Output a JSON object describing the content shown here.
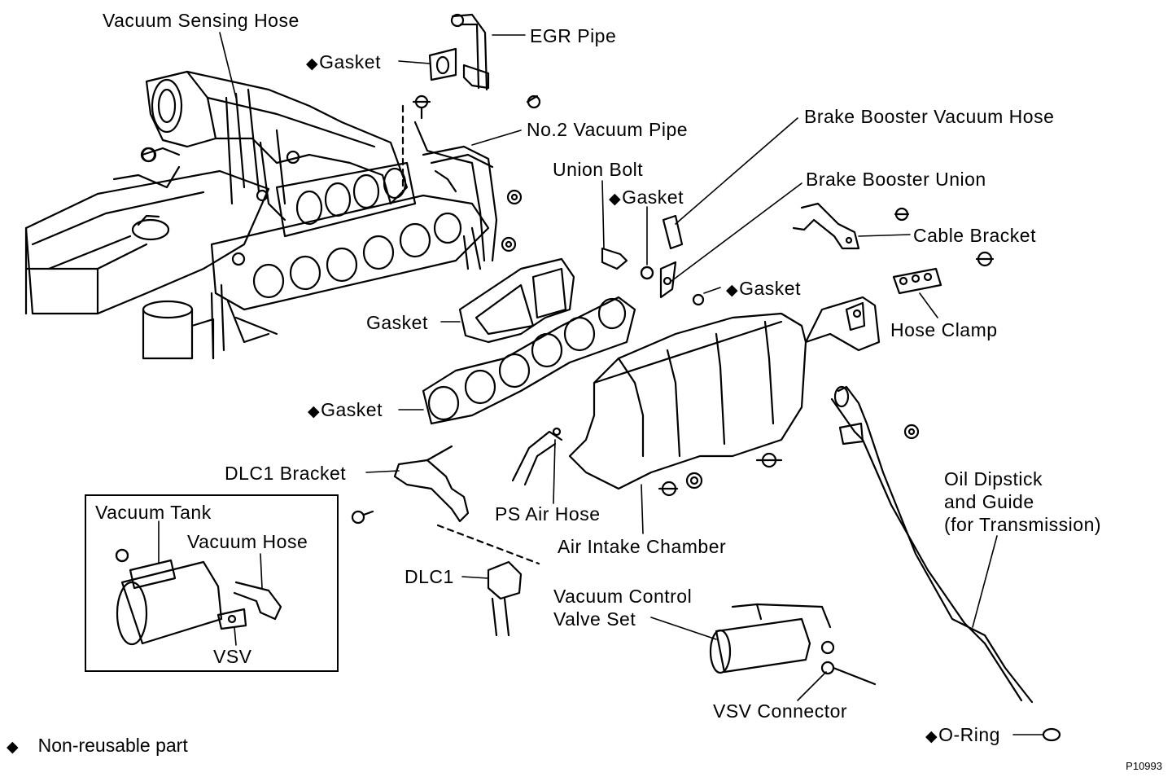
{
  "figure_id": "P10993",
  "legend": {
    "symbol": "◆",
    "text": "Non-reusable part"
  },
  "labels": {
    "vacuum_sensing_hose": "Vacuum Sensing Hose",
    "egr_pipe": "EGR Pipe",
    "gasket_egr": "Gasket",
    "no2_vacuum_pipe": "No.2 Vacuum Pipe",
    "brake_booster_vacuum_hose": "Brake Booster Vacuum Hose",
    "union_bolt": "Union Bolt",
    "gasket_union": "Gasket",
    "brake_booster_union": "Brake Booster Union",
    "cable_bracket": "Cable Bracket",
    "gasket_chamber": "Gasket",
    "hose_clamp": "Hose Clamp",
    "gasket_plain": "Gasket",
    "gasket_manifold": "Gasket",
    "dlc1_bracket": "DLC1 Bracket",
    "vacuum_tank": "Vacuum Tank",
    "vacuum_hose": "Vacuum Hose",
    "vsv": "VSV",
    "ps_air_hose": "PS Air Hose",
    "air_intake_chamber": "Air Intake Chamber",
    "oil_dipstick_line1": "Oil Dipstick",
    "oil_dipstick_line2": "and Guide",
    "oil_dipstick_line3": "(for Transmission)",
    "dlc1": "DLC1",
    "vacuum_control_line1": "Vacuum Control",
    "vacuum_control_line2": "Valve Set",
    "vsv_connector": "VSV Connector",
    "o_ring": "O-Ring"
  },
  "non_reusable_symbol": "◆"
}
